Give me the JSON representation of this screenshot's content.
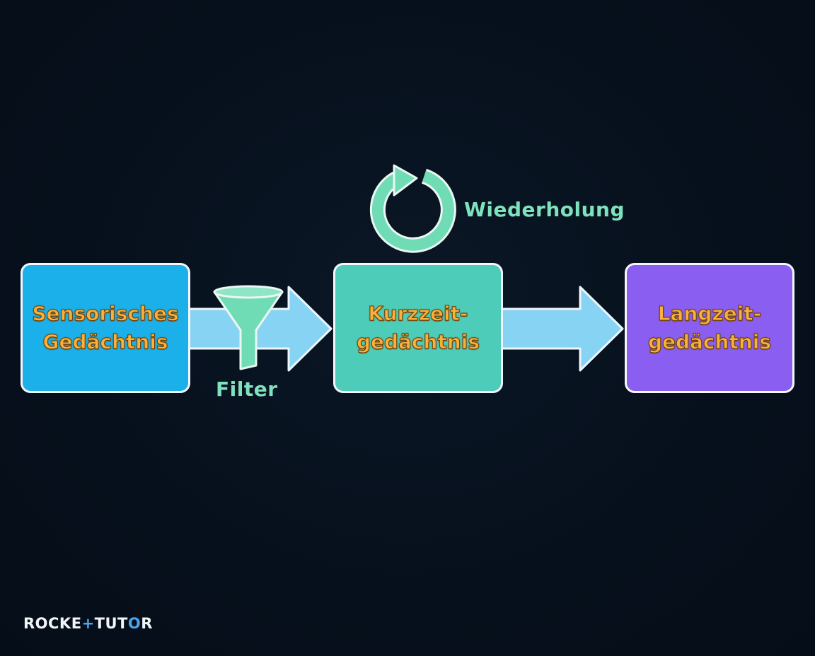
{
  "diagram": {
    "boxes": [
      {
        "id": "sensory",
        "label": "Sensorisches\nGedächtnis",
        "color": "#1bb0e9"
      },
      {
        "id": "short",
        "label": "Kurzzeit-\ngedächtnis",
        "color": "#4dcdb9"
      },
      {
        "id": "long",
        "label": "Langzeit-\ngedächtnis",
        "color": "#8a5ef0"
      }
    ],
    "filter_label": "Filter",
    "repeat_label": "Wiederholung",
    "arrow_color": "#86d3f3",
    "accent_color": "#6fdcb5",
    "label_color": "#f9b13b"
  },
  "branding": {
    "logo_left": "ROCKE",
    "logo_plus": "+",
    "logo_mid": "TUT",
    "logo_o": "O",
    "logo_right": "R"
  },
  "icons": [
    "funnel-icon",
    "cycle-icon"
  ]
}
